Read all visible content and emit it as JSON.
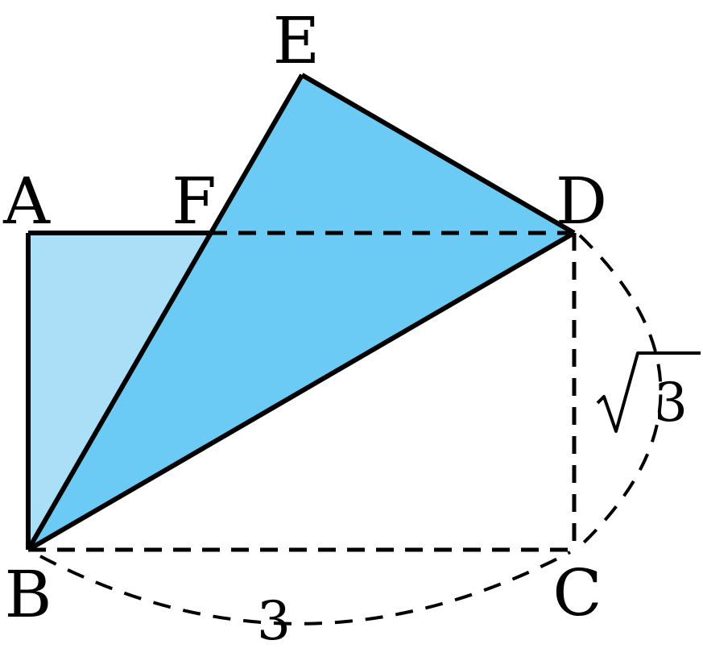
{
  "diagram": {
    "points": {
      "A": "A",
      "B": "B",
      "C": "C",
      "D": "D",
      "E": "E",
      "F": "F"
    },
    "measurements": {
      "bc_length": "3",
      "cd_length": "3",
      "cd_radical": "√"
    },
    "colors": {
      "triangle_abf_fill": "#aadff7",
      "triangle_bde_fill": "#6ccbf4",
      "stroke": "#000000"
    }
  }
}
